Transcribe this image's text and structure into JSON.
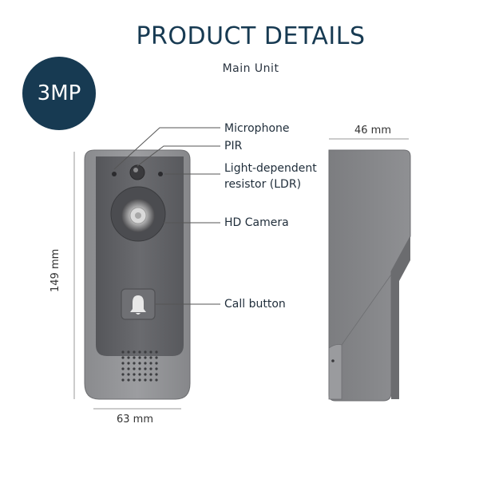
{
  "header": {
    "title": "PRODUCT DETAILS",
    "subtitle": "Main Unit"
  },
  "badge": {
    "text": "3MP"
  },
  "callouts": {
    "microphone": "Microphone",
    "pir": "PIR",
    "ldr_line1": "Light-dependent",
    "ldr_line2": "resistor (LDR)",
    "camera": "HD Camera",
    "call_button": "Call button"
  },
  "dimensions": {
    "height": "149 mm",
    "width": "63 mm",
    "depth": "46 mm"
  },
  "colors": {
    "brand": "#173a52",
    "device_body": "#7a7b7e",
    "device_face": "#5f6064"
  }
}
